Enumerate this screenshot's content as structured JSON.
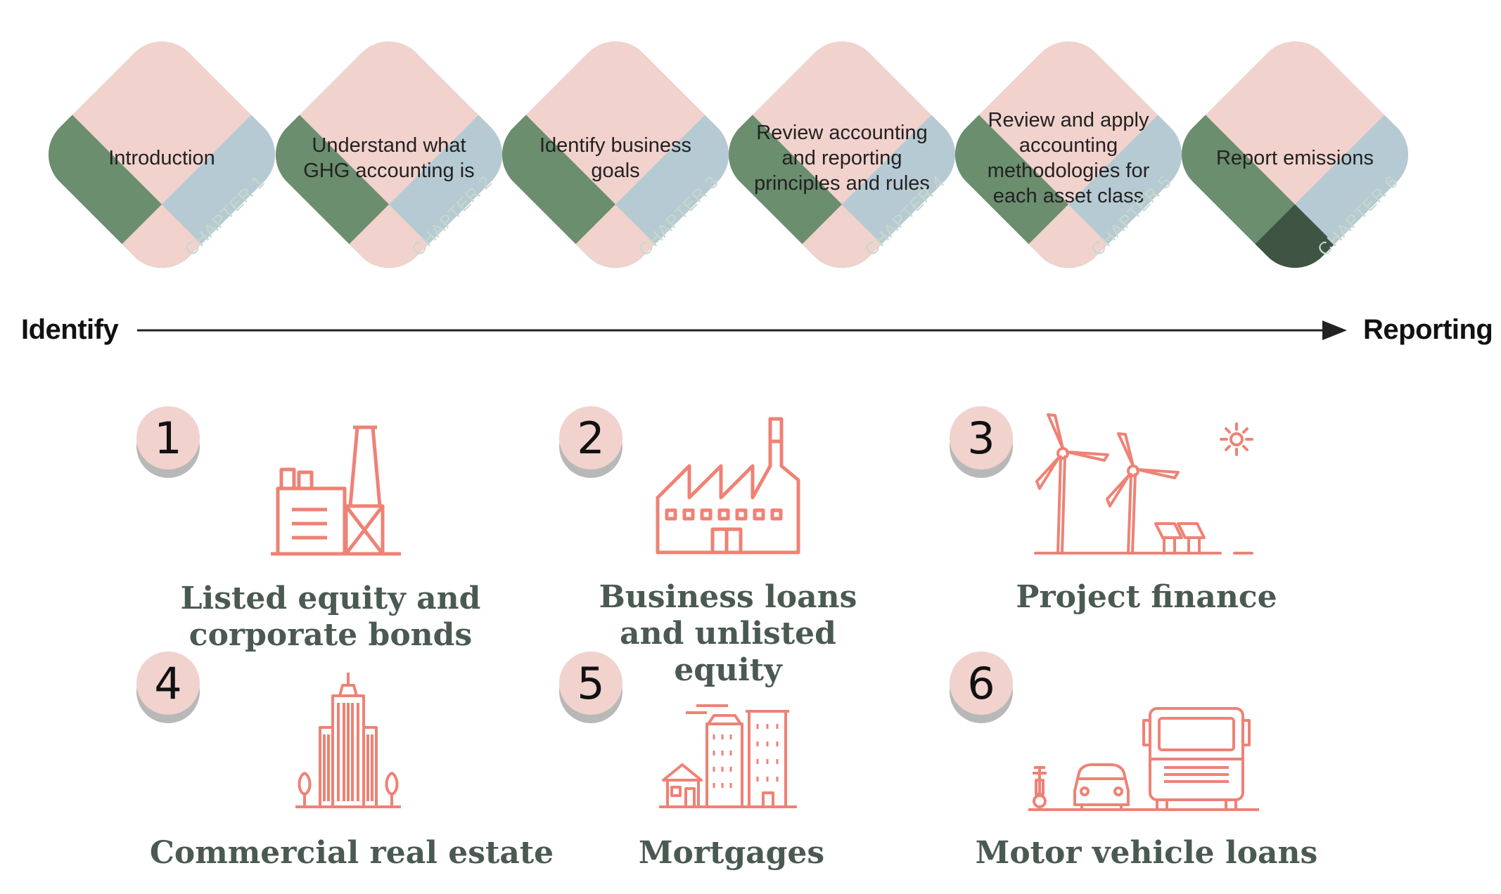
{
  "chapters": [
    {
      "label": "Introduction",
      "chapter": "CHAPTER 1"
    },
    {
      "label": "Understand what GHG accounting is",
      "chapter": "CHAPTER 2"
    },
    {
      "label": "Identify business goals",
      "chapter": "CHAPTER 3"
    },
    {
      "label": "Review accounting and reporting principles and rules",
      "chapter": "CHAPTER 4"
    },
    {
      "label": "Review and apply accounting methodologies for each asset class",
      "chapter": "CHAPTER 5"
    },
    {
      "label": "Report emissions",
      "chapter": "CHAPTER 6"
    }
  ],
  "axis": {
    "start": "Identify",
    "end": "Reporting"
  },
  "assets": [
    {
      "number": "1",
      "title": "Listed equity and corporate bonds",
      "icon": "factory-tower-icon"
    },
    {
      "number": "2",
      "title": "Business loans and unlisted equity",
      "icon": "factory-icon"
    },
    {
      "number": "3",
      "title": "Project finance",
      "icon": "wind-solar-icon"
    },
    {
      "number": "4",
      "title": "Commercial real estate",
      "icon": "skyscraper-icon"
    },
    {
      "number": "5",
      "title": "Mortgages",
      "icon": "houses-icon"
    },
    {
      "number": "6",
      "title": "Motor vehicle loans",
      "icon": "vehicles-icon"
    }
  ],
  "colors": {
    "diamond": "#f1d2cd",
    "blue": "#b6cad3",
    "green": "#6b8e6e",
    "icon": "#ee8275",
    "title": "#4a5a52"
  }
}
